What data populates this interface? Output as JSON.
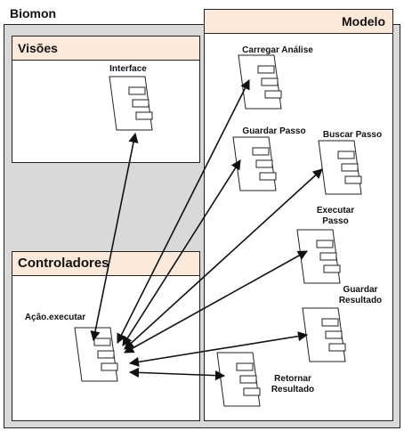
{
  "system": {
    "title": "Biomon"
  },
  "packages": {
    "views": "Visões",
    "controllers": "Controladores",
    "model": "Modelo"
  },
  "components": {
    "interface": "Interface",
    "acao": "Ação.executar",
    "carregar": "Carregar Análise",
    "guardar_passo": "Guardar Passo",
    "buscar_passo": "Buscar Passo",
    "executar_passo": "Executar\nPasso",
    "guardar_resultado": "Guardar\nResultado",
    "retornar_resultado": "Retornar\nResultado"
  },
  "colors": {
    "header_fill": "#fde9d9",
    "background": "#d9d9d9",
    "line": "#222222"
  }
}
